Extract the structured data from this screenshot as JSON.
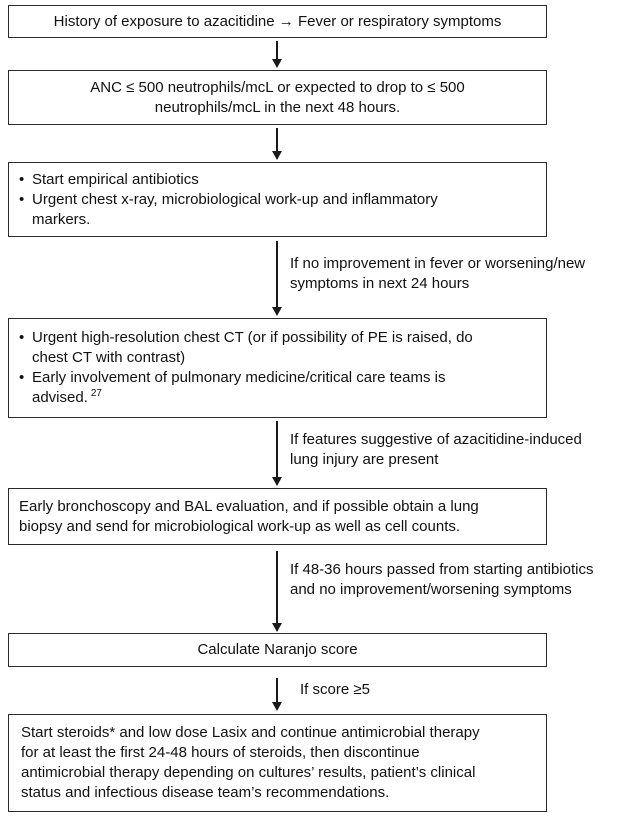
{
  "flowchart": {
    "bullet_glyph": "•",
    "colors": {
      "background": "#ffffff",
      "box_border": "#2b2b2b",
      "text": "#111111",
      "arrow": "#1a1a1a"
    },
    "box1": {
      "text": "History of exposure to azacitidine → Fever or respiratory symptoms"
    },
    "box2": {
      "text": "ANC ≤ 500 neutrophils/mcL or expected to drop to ≤ 500\nneutrophils/mcL in the next 48 hours."
    },
    "box3": {
      "bullets": [
        "Start empirical antibiotics",
        "Urgent chest x-ray, microbiological work-up and inflammatory\nmarkers."
      ]
    },
    "box4": {
      "bullets": [
        "Urgent high-resolution chest CT (or if possibility of PE is raised, do\nchest CT with contrast)",
        "Early involvement of pulmonary medicine/critical care teams is\nadvised."
      ],
      "reference_superscript": "27"
    },
    "box5": {
      "text": "Early bronchoscopy and BAL evaluation, and if possible obtain a lung\nbiopsy and send for microbiological work-up as well as cell counts."
    },
    "box6": {
      "text": "Calculate Naranjo score"
    },
    "box7": {
      "text": "Start steroids* and low dose Lasix and continue antimicrobial therapy\nfor at least the first 24-48 hours of steroids, then discontinue\nantimicrobial therapy depending on cultures’ results, patient’s clinical\nstatus and infectious disease team’s recommendations."
    },
    "connector_labels": {
      "after_box3": "If no improvement in fever or worsening/new\nsymptoms in next 24 hours",
      "after_box4": "If features suggestive of azacitidine-induced\nlung injury are present",
      "after_box5": "If 48-36 hours passed from starting antibiotics\nand no improvement/worsening symptoms",
      "after_box6": "If score ≥5"
    }
  }
}
